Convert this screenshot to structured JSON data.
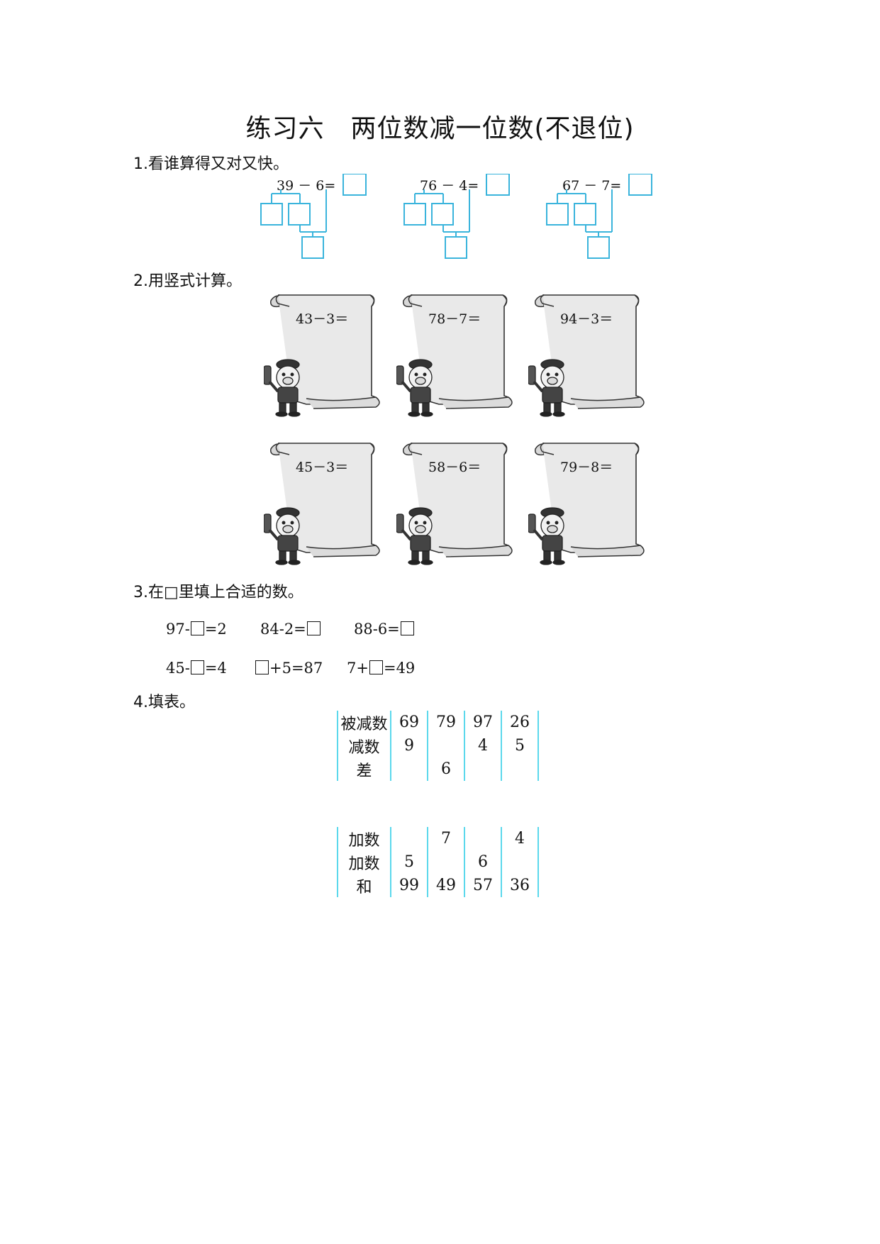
{
  "title": "练习六　两位数减一位数(不退位)",
  "section1": {
    "heading": "1.看谁算得又对又快。",
    "problems": [
      {
        "a": "39",
        "op": "－",
        "b": "6",
        "eq": "="
      },
      {
        "a": "76",
        "op": "－",
        "b": "4",
        "eq": "="
      },
      {
        "a": "67",
        "op": "－",
        "b": "7",
        "eq": "="
      }
    ]
  },
  "section2": {
    "heading": "2.用竖式计算。",
    "problems": [
      "43－3＝",
      "78－7＝",
      "94－3＝",
      "45－3＝",
      "58－6＝",
      "79－8＝"
    ]
  },
  "section3": {
    "heading": "3.在□里填上合适的数。",
    "row1": [
      {
        "pre": "97-",
        "post": "=2"
      },
      {
        "pre": "84-2=",
        "post": ""
      },
      {
        "pre": "88-6=",
        "post": ""
      }
    ],
    "row2": [
      {
        "pre": "45-",
        "post": "=4"
      },
      {
        "pre": "",
        "post": "+5=87"
      },
      {
        "pre": "7+",
        "post": "=49"
      }
    ]
  },
  "section4": {
    "heading": "4.填表。",
    "table1": {
      "rows": [
        {
          "label": "被减数",
          "cells": [
            "69",
            "79",
            "97",
            "26"
          ]
        },
        {
          "label": "减数",
          "cells": [
            "9",
            "",
            "4",
            "5"
          ]
        },
        {
          "label": "差",
          "cells": [
            "",
            "6",
            "",
            ""
          ]
        }
      ]
    },
    "table2": {
      "rows": [
        {
          "label": "加数",
          "cells": [
            "",
            "7",
            "",
            "4"
          ]
        },
        {
          "label": "加数",
          "cells": [
            "5",
            "",
            "6",
            ""
          ]
        },
        {
          "label": "和",
          "cells": [
            "99",
            "49",
            "57",
            "36"
          ]
        }
      ]
    }
  },
  "colors": {
    "box": "#3ab4dc",
    "table_rule": "#5bd8ec"
  }
}
